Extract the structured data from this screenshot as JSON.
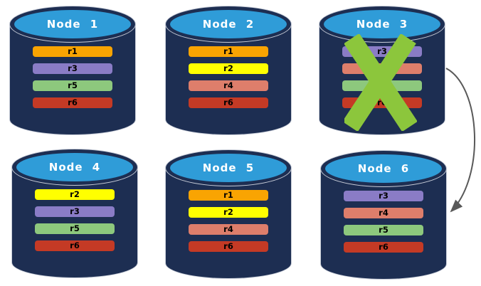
{
  "theme": {
    "background": "#FFFFFF",
    "cylinder_body": "#1D2E52",
    "cylinder_top_fill": "#2F9CD8",
    "cylinder_outline": "#C8CDD8",
    "title_color": "#FFFFFF",
    "row_text_color": "#000000"
  },
  "replica_colors": {
    "r1": "#F9A402",
    "r2": "#FFFF00",
    "r3": "#8A7CC6",
    "r4": "#DE7E6B",
    "r5": "#8DC87D",
    "r6": "#C43A25"
  },
  "nodes": [
    {
      "title": "Node 1",
      "failed": false,
      "rows": [
        {
          "label": "r1",
          "color": "#F9A402"
        },
        {
          "label": "r3",
          "color": "#8A7CC6"
        },
        {
          "label": "r5",
          "color": "#8DC87D"
        },
        {
          "label": "r6",
          "color": "#C43A25"
        }
      ]
    },
    {
      "title": "Node 2",
      "failed": false,
      "rows": [
        {
          "label": "r1",
          "color": "#F9A402"
        },
        {
          "label": "r2",
          "color": "#FFFF00"
        },
        {
          "label": "r4",
          "color": "#DE7E6B"
        },
        {
          "label": "r6",
          "color": "#C43A25"
        }
      ]
    },
    {
      "title": "Node 3",
      "failed": true,
      "rows": [
        {
          "label": "r3",
          "color": "#8A7CC6"
        },
        {
          "label": "r4",
          "color": "#DE7E6B"
        },
        {
          "label": "r5",
          "color": "#8DC87D"
        },
        {
          "label": "r6",
          "color": "#C43A25"
        }
      ]
    },
    {
      "title": "Node 4",
      "failed": false,
      "rows": [
        {
          "label": "r2",
          "color": "#FFFF00"
        },
        {
          "label": "r3",
          "color": "#8A7CC6"
        },
        {
          "label": "r5",
          "color": "#8DC87D"
        },
        {
          "label": "r6",
          "color": "#C43A25"
        }
      ]
    },
    {
      "title": "Node 5",
      "failed": false,
      "rows": [
        {
          "label": "r1",
          "color": "#F9A402"
        },
        {
          "label": "r2",
          "color": "#FFFF00"
        },
        {
          "label": "r4",
          "color": "#DE7E6B"
        },
        {
          "label": "r6",
          "color": "#C43A25"
        }
      ]
    },
    {
      "title": "Node 6",
      "failed": false,
      "rows": [
        {
          "label": "r3",
          "color": "#8A7CC6"
        },
        {
          "label": "r4",
          "color": "#DE7E6B"
        },
        {
          "label": "r5",
          "color": "#8DC87D"
        },
        {
          "label": "r6",
          "color": "#C43A25"
        }
      ]
    }
  ],
  "failure_x": {
    "color": "#8CC63C"
  },
  "arrow": {
    "color": "#595959",
    "from": "Node 3",
    "to": "Node 6"
  }
}
